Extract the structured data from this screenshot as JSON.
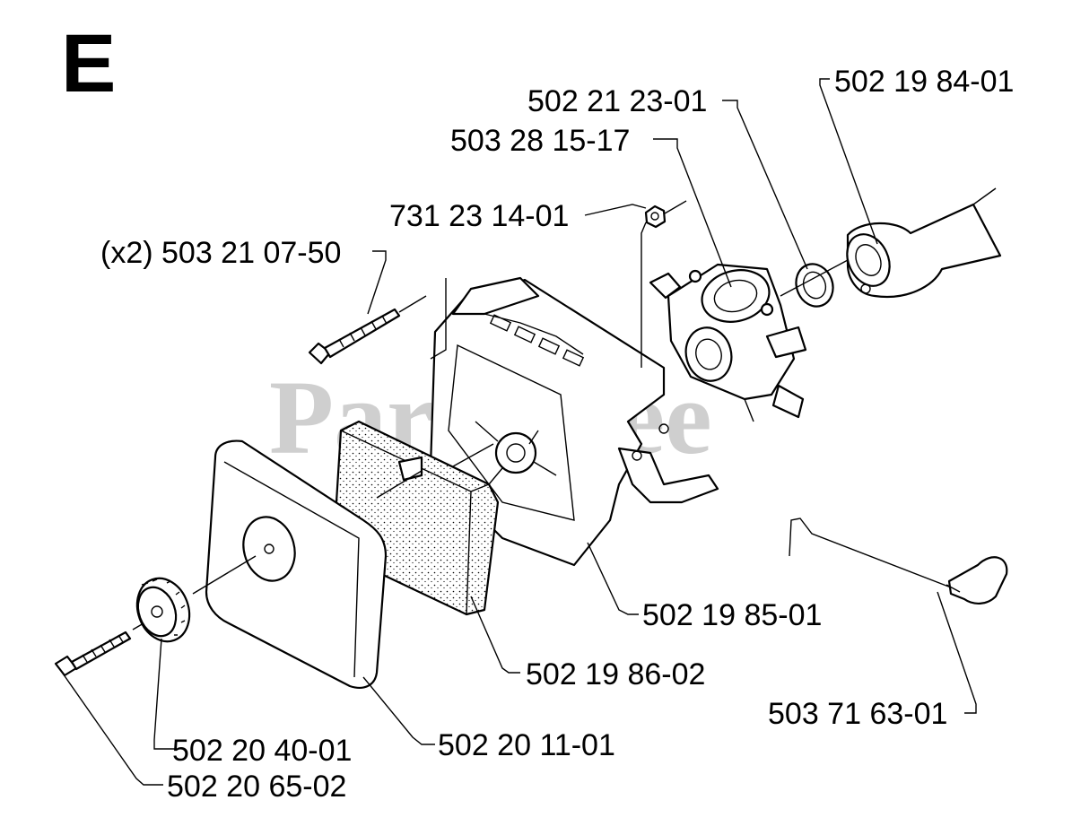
{
  "section_letter": "E",
  "watermark": "PartsTree",
  "parts": [
    {
      "number": "502 19 84-01"
    },
    {
      "number": "502 21 23-01"
    },
    {
      "number": "503 28 15-17"
    },
    {
      "number": "731 23 14-01"
    },
    {
      "number": "(x2) 503 21 07-50"
    },
    {
      "number": "502 19 85-01"
    },
    {
      "number": "502 19 86-02"
    },
    {
      "number": "503 71 63-01"
    },
    {
      "number": "502 20 11-01"
    },
    {
      "number": "502 20 40-01"
    },
    {
      "number": "502 20 65-02"
    }
  ]
}
